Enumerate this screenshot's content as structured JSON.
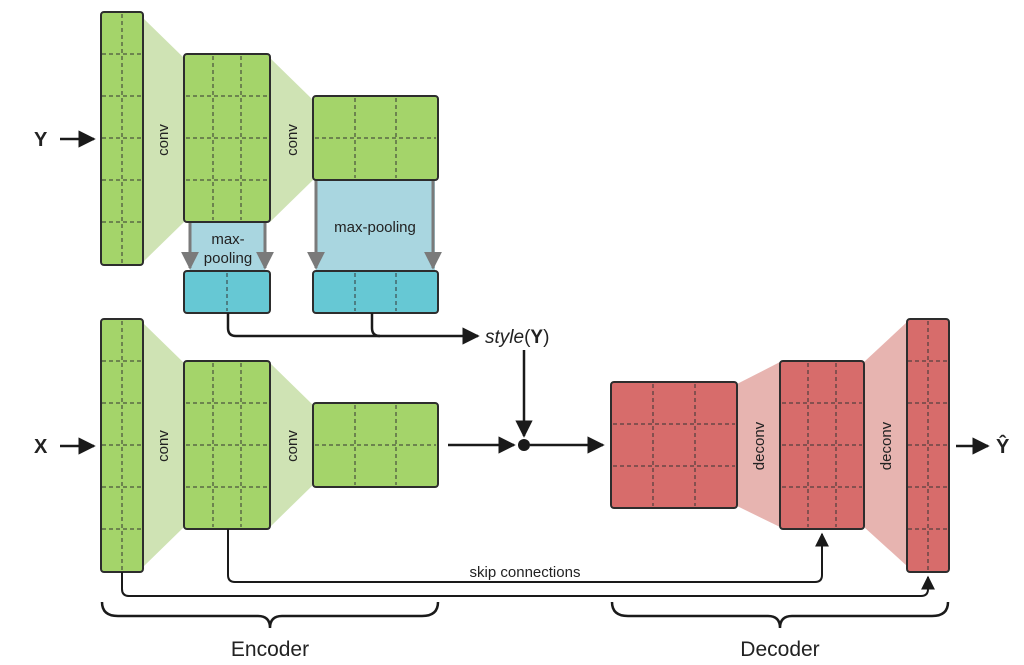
{
  "inputs": {
    "y": "Y",
    "x": "X"
  },
  "output": {
    "y_hat": "Ŷ"
  },
  "ops": {
    "conv": "conv",
    "deconv": "deconv",
    "maxpool_line1": "max-",
    "maxpool_line2": "pooling",
    "maxpool": "max-pooling"
  },
  "style": {
    "italic": "style",
    "open": "(",
    "bold": "Y",
    "close": ")"
  },
  "skip_label": "skip connections",
  "groups": {
    "encoder": "Encoder",
    "decoder": "Decoder"
  },
  "colors": {
    "encoder_block": "#a4d46a",
    "conv_trapezoid": "#cfe3b4",
    "pool_region": "#a9d6e0",
    "pooled_block": "#66c8d4",
    "decoder_block": "#d76c6b",
    "deconv_trapezoid": "#e7b4b0",
    "arrow": "#1a1a1a",
    "pool_arrow": "#7a7a7a"
  }
}
